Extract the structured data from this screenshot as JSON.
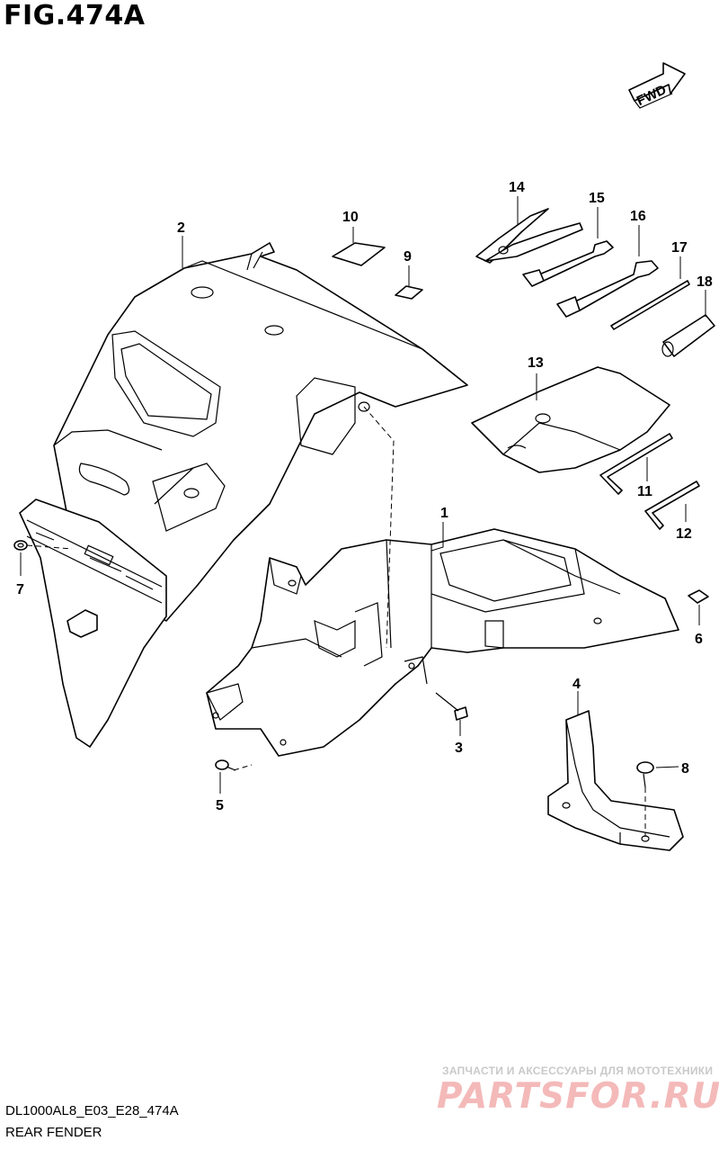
{
  "figure": {
    "title": "FIG.474A",
    "fwd_label": "FWD"
  },
  "parts": [
    {
      "number": "1"
    },
    {
      "number": "2"
    },
    {
      "number": "3"
    },
    {
      "number": "4"
    },
    {
      "number": "5"
    },
    {
      "number": "6"
    },
    {
      "number": "7"
    },
    {
      "number": "8"
    },
    {
      "number": "9"
    },
    {
      "number": "10"
    },
    {
      "number": "11"
    },
    {
      "number": "12"
    },
    {
      "number": "13"
    },
    {
      "number": "14"
    },
    {
      "number": "15"
    },
    {
      "number": "16"
    },
    {
      "number": "17"
    },
    {
      "number": "18"
    }
  ],
  "footer": {
    "code": "DL1000AL8_E03_E28_474A",
    "caption": "REAR FENDER"
  },
  "watermark": {
    "tagline": "ЗАПЧАСТИ И АКСЕССУАРЫ ДЛЯ МОТОТЕХНИКИ",
    "logo": "PARTSFOR.RU"
  }
}
